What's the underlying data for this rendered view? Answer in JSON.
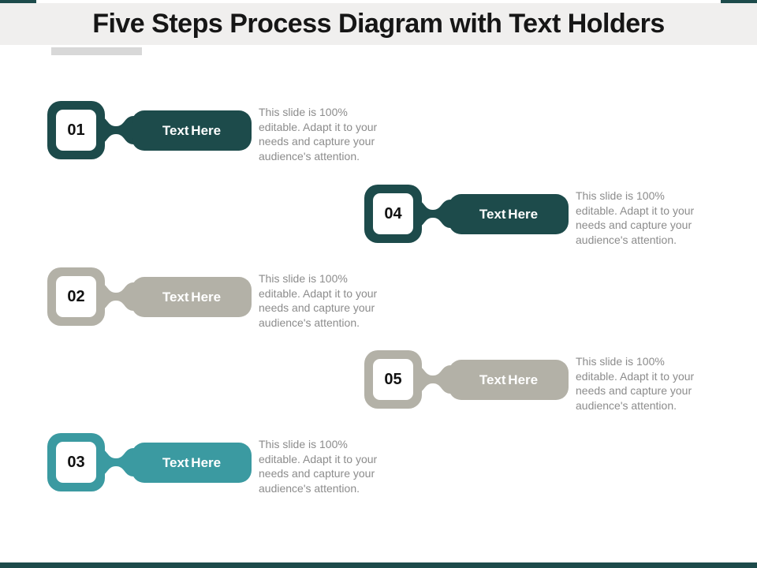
{
  "header": {
    "title": "Five Steps Process Diagram with Text Holders"
  },
  "colors": {
    "dark_teal": "#1d4b4b",
    "warm_gray": "#b3b1a7",
    "teal": "#3b9aa1",
    "band_gray": "#f0efee",
    "underline_gray": "#d8d8d8",
    "description_gray": "#8c8c8c"
  },
  "steps": [
    {
      "number": "01",
      "label": "Text Here",
      "theme": "dark_teal",
      "side": "left",
      "desc_lines": [
        "This slide is 100%",
        "editable. Adapt  it to your",
        "needs and capture your",
        "audience's attention."
      ]
    },
    {
      "number": "04",
      "label": "Text Here",
      "theme": "dark_teal",
      "side": "right",
      "desc_lines": [
        "This slide is 100%",
        "editable. Adapt  it to your",
        "needs and capture your",
        "audience's attention."
      ]
    },
    {
      "number": "02",
      "label": "Text Here",
      "theme": "warm_gray",
      "side": "left",
      "desc_lines": [
        "This slide is 100%",
        "editable. Adapt  it to your",
        "needs and capture your",
        "audience's attention."
      ]
    },
    {
      "number": "05",
      "label": "Text Here",
      "theme": "warm_gray",
      "side": "right",
      "desc_lines": [
        "This slide is 100%",
        "editable. Adapt  it to your",
        "needs and capture your",
        "audience's attention."
      ]
    },
    {
      "number": "03",
      "label": "Text Here",
      "theme": "teal",
      "side": "left",
      "desc_lines": [
        "This slide is 100%",
        "editable. Adapt  it to your",
        "needs and capture your",
        "audience's attention."
      ]
    }
  ]
}
